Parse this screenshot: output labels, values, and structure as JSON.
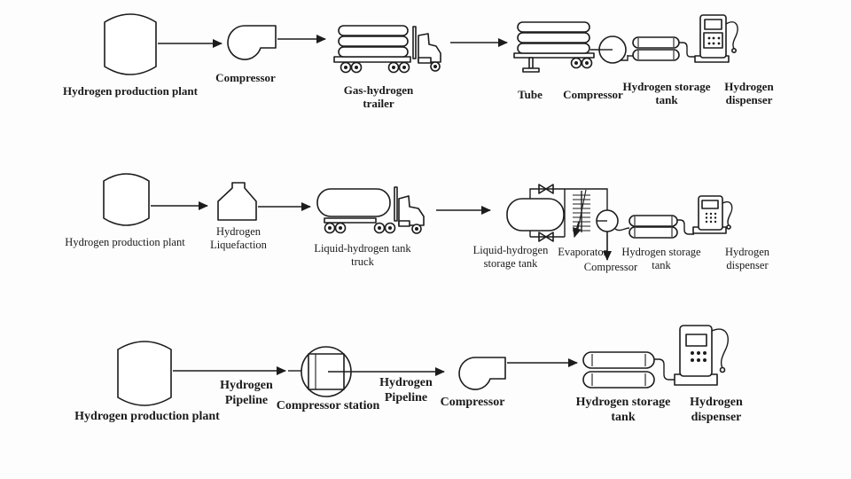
{
  "diagram": {
    "row1": {
      "plant": "Hydrogen production plant",
      "compressor1": "Compressor",
      "trailer": "Gas-hydrogen trailer",
      "tube": "Tube",
      "compressor2": "Compressor",
      "storage_tank": "Hydrogen storage tank",
      "dispenser": "Hydrogen dispenser"
    },
    "row2": {
      "plant": "Hydrogen production plant",
      "liquefaction": "Hydrogen Liquefaction",
      "tank_truck": "Liquid-hydrogen tank truck",
      "lh2_storage_tank": "Liquid-hydrogen storage tank",
      "evaporator": "Evaporator",
      "compressor": "Compressor",
      "storage_tank": "Hydrogen storage tank",
      "dispenser": "Hydrogen dispenser"
    },
    "row3": {
      "plant": "Hydrogen production plant",
      "pipeline1": "Hydrogen Pipeline",
      "compressor_station": "Compressor station",
      "pipeline2": "Hydrogen Pipeline",
      "compressor": "Compressor",
      "storage_tank": "Hydrogen storage tank",
      "dispenser": "Hydrogen dispenser"
    },
    "colors": {
      "line": "#1c1c1c",
      "background": "#fdfdfd"
    }
  }
}
